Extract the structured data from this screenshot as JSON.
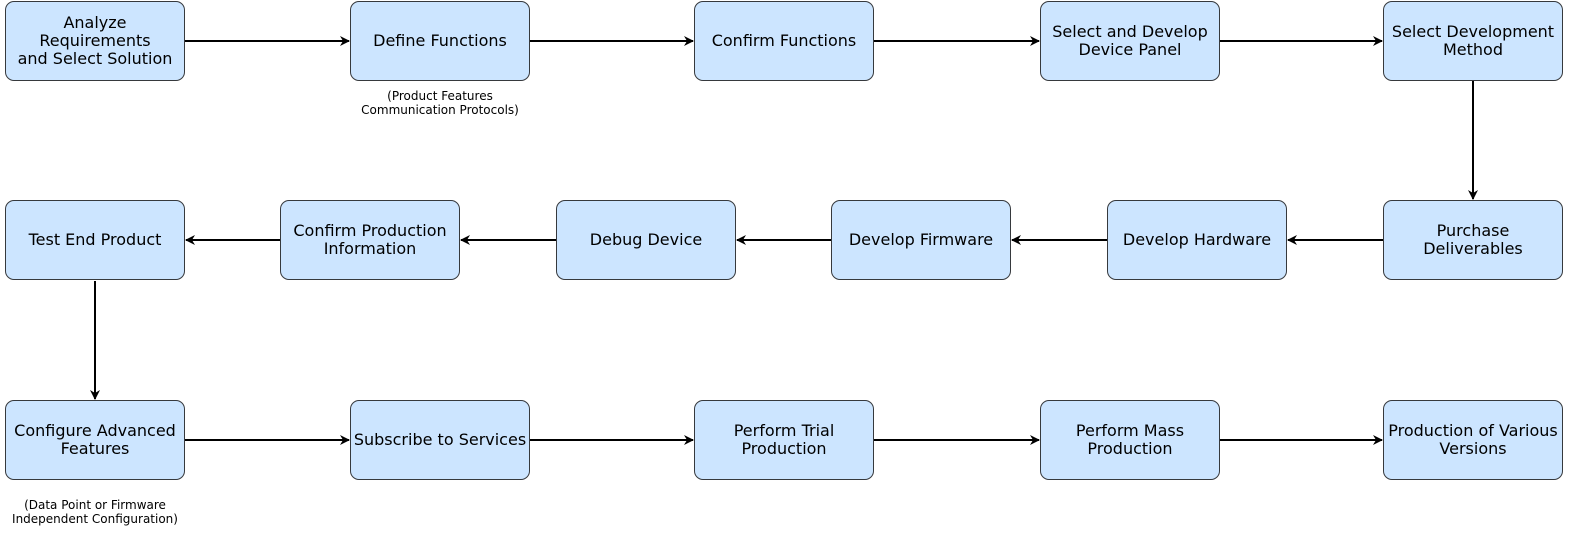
{
  "diagram": {
    "nodes": [
      {
        "id": "n1",
        "label": "Analyze Requirements\nand Select Solution"
      },
      {
        "id": "n2",
        "label": "Define Functions"
      },
      {
        "id": "n3",
        "label": "Confirm Functions"
      },
      {
        "id": "n4",
        "label": "Select and Develop\nDevice Panel"
      },
      {
        "id": "n5",
        "label": "Select Development\nMethod"
      },
      {
        "id": "n6",
        "label": "Purchase Deliverables"
      },
      {
        "id": "n7",
        "label": "Develop Hardware"
      },
      {
        "id": "n8",
        "label": "Develop Firmware"
      },
      {
        "id": "n9",
        "label": "Debug Device"
      },
      {
        "id": "n10",
        "label": "Confirm Production\nInformation"
      },
      {
        "id": "n11",
        "label": "Test End Product"
      },
      {
        "id": "n12",
        "label": "Configure Advanced\nFeatures"
      },
      {
        "id": "n13",
        "label": "Subscribe to Services"
      },
      {
        "id": "n14",
        "label": "Perform Trial\nProduction"
      },
      {
        "id": "n15",
        "label": "Perform Mass\nProduction"
      },
      {
        "id": "n16",
        "label": "Production of Various\nVersions"
      }
    ],
    "notes": [
      {
        "id": "note-define-functions",
        "text": "(Product Features\nCommunication Protocols)"
      },
      {
        "id": "note-configure-advanced",
        "text": "(Data Point or Firmware\nIndependent Configuration)"
      }
    ],
    "edges": [
      [
        "n1",
        "n2"
      ],
      [
        "n2",
        "n3"
      ],
      [
        "n3",
        "n4"
      ],
      [
        "n4",
        "n5"
      ],
      [
        "n5",
        "n6"
      ],
      [
        "n6",
        "n7"
      ],
      [
        "n7",
        "n8"
      ],
      [
        "n8",
        "n9"
      ],
      [
        "n9",
        "n10"
      ],
      [
        "n10",
        "n11"
      ],
      [
        "n11",
        "n12"
      ],
      [
        "n12",
        "n13"
      ],
      [
        "n13",
        "n14"
      ],
      [
        "n14",
        "n15"
      ],
      [
        "n15",
        "n16"
      ]
    ],
    "colors": {
      "node_fill": "#cce5ff",
      "node_stroke": "#36393d",
      "edge": "#000000"
    }
  }
}
